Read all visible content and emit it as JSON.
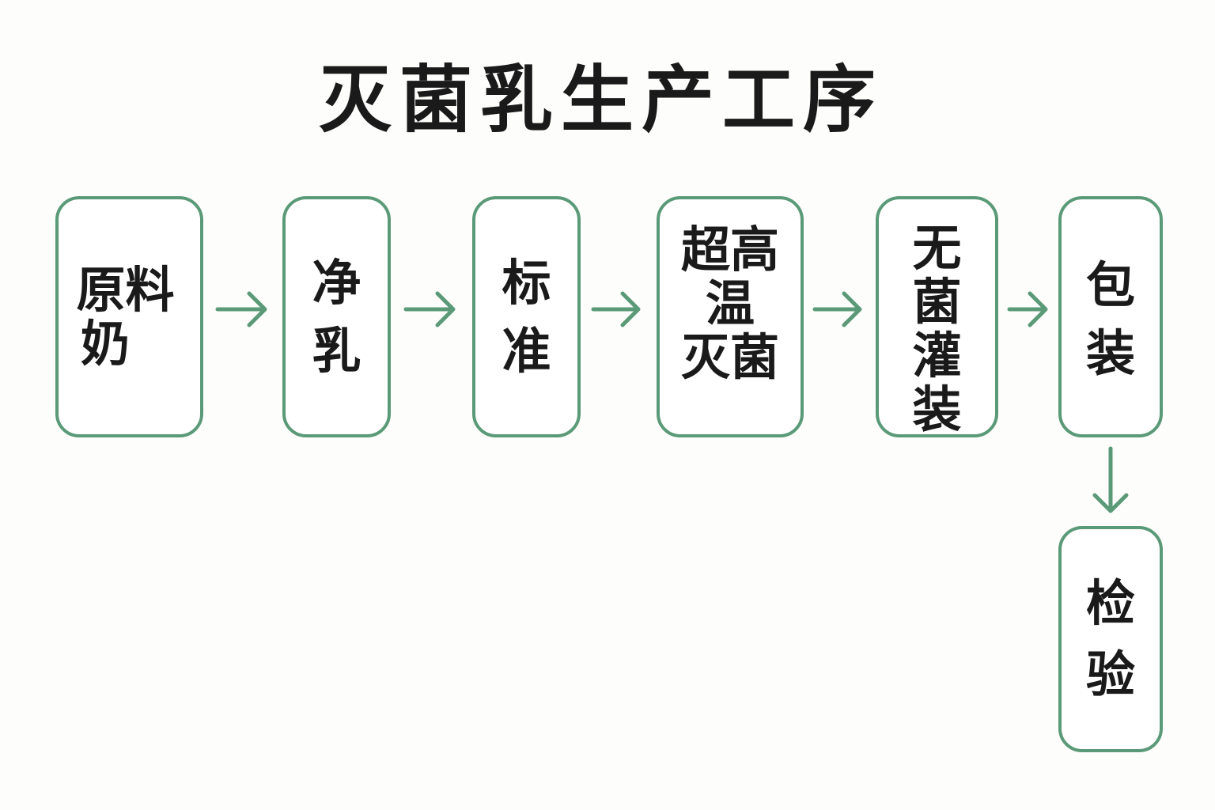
{
  "title": "灭菌乳生产工序",
  "colors": {
    "accent": "#5a9a78",
    "text": "#1a1a1a",
    "background": "#fdfdfb"
  },
  "steps": [
    {
      "lines": [
        "原料",
        "奶"
      ]
    },
    {
      "lines": [
        "净",
        "乳"
      ]
    },
    {
      "lines": [
        "标",
        "准"
      ]
    },
    {
      "lines": [
        "超高",
        "温",
        "灭菌"
      ]
    },
    {
      "lines": [
        "无",
        "菌",
        "灌",
        "装"
      ]
    },
    {
      "lines": [
        "包",
        "装"
      ]
    },
    {
      "lines": [
        "检",
        "验"
      ]
    }
  ]
}
